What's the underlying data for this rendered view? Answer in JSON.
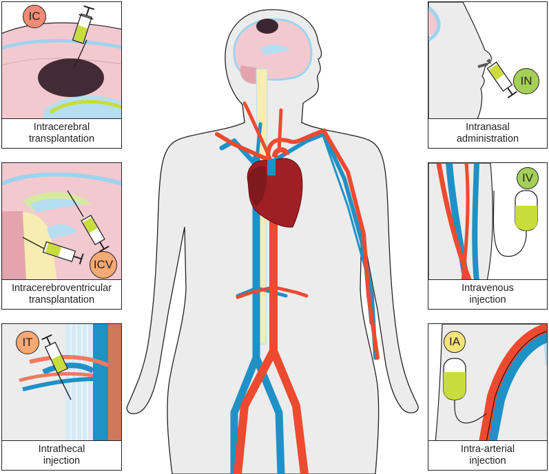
{
  "panels": {
    "ic": {
      "badge": "IC",
      "caption": [
        "Intracerebral",
        "transplantation"
      ]
    },
    "icv": {
      "badge": "ICV",
      "caption": [
        "Intracerebroventricular",
        "transplantation"
      ]
    },
    "it": {
      "badge": "IT",
      "caption": [
        "Intrathecal",
        "injection"
      ]
    },
    "in": {
      "badge": "IN",
      "caption": [
        "Intranasal",
        "administration"
      ]
    },
    "iv": {
      "badge": "IV",
      "caption": [
        "Intravenous",
        "injection"
      ]
    },
    "ia": {
      "badge": "IA",
      "caption": [
        "Intra-arterial",
        "injection"
      ]
    }
  },
  "colors": {
    "artery": "#ee4a30",
    "vein": "#1f91c6",
    "body": "#ececec",
    "brain": "#f2c9cf",
    "spinal": "#f7ecb2",
    "drug": "#c8dc3c"
  }
}
